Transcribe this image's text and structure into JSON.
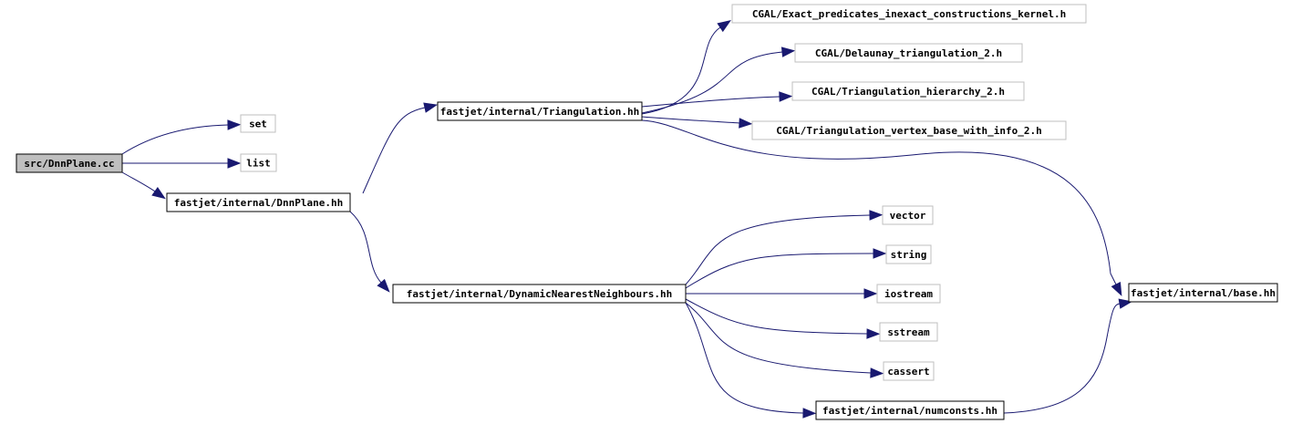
{
  "colors": {
    "edge": "#191970",
    "root_fill": "#bfbfbf",
    "node_fill": "#ffffff",
    "linked_border": "#000000",
    "external_border": "#bfbfbf"
  },
  "nodes": [
    {
      "id": "dnnplane_cc",
      "label": "src/DnnPlane.cc",
      "kind": "root"
    },
    {
      "id": "set",
      "label": "set",
      "kind": "external"
    },
    {
      "id": "list",
      "label": "list",
      "kind": "external"
    },
    {
      "id": "dnnplane_hh",
      "label": "fastjet/internal/DnnPlane.hh",
      "kind": "linked"
    },
    {
      "id": "triangulation_hh",
      "label": "fastjet/internal/Triangulation.hh",
      "kind": "linked"
    },
    {
      "id": "cgal_exact",
      "label": "CGAL/Exact_predicates_inexact_constructions_kernel.h",
      "kind": "external"
    },
    {
      "id": "cgal_delaunay",
      "label": "CGAL/Delaunay_triangulation_2.h",
      "kind": "external"
    },
    {
      "id": "cgal_hierarchy",
      "label": "CGAL/Triangulation_hierarchy_2.h",
      "kind": "external"
    },
    {
      "id": "cgal_vertex",
      "label": "CGAL/Triangulation_vertex_base_with_info_2.h",
      "kind": "external"
    },
    {
      "id": "base_hh",
      "label": "fastjet/internal/base.hh",
      "kind": "linked"
    },
    {
      "id": "dnn_hh",
      "label": "fastjet/internal/DynamicNearestNeighbours.hh",
      "kind": "linked"
    },
    {
      "id": "vector",
      "label": "vector",
      "kind": "external"
    },
    {
      "id": "string",
      "label": "string",
      "kind": "external"
    },
    {
      "id": "iostream",
      "label": "iostream",
      "kind": "external"
    },
    {
      "id": "sstream",
      "label": "sstream",
      "kind": "external"
    },
    {
      "id": "cassert",
      "label": "cassert",
      "kind": "external"
    },
    {
      "id": "numconsts_hh",
      "label": "fastjet/internal/numconsts.hh",
      "kind": "linked"
    }
  ],
  "edges": [
    {
      "from": "dnnplane_cc",
      "to": "set"
    },
    {
      "from": "dnnplane_cc",
      "to": "list"
    },
    {
      "from": "dnnplane_cc",
      "to": "dnnplane_hh"
    },
    {
      "from": "dnnplane_hh",
      "to": "triangulation_hh"
    },
    {
      "from": "dnnplane_hh",
      "to": "dnn_hh"
    },
    {
      "from": "triangulation_hh",
      "to": "cgal_exact"
    },
    {
      "from": "triangulation_hh",
      "to": "cgal_delaunay"
    },
    {
      "from": "triangulation_hh",
      "to": "cgal_hierarchy"
    },
    {
      "from": "triangulation_hh",
      "to": "cgal_vertex"
    },
    {
      "from": "triangulation_hh",
      "to": "base_hh"
    },
    {
      "from": "dnn_hh",
      "to": "vector"
    },
    {
      "from": "dnn_hh",
      "to": "string"
    },
    {
      "from": "dnn_hh",
      "to": "iostream"
    },
    {
      "from": "dnn_hh",
      "to": "sstream"
    },
    {
      "from": "dnn_hh",
      "to": "cassert"
    },
    {
      "from": "dnn_hh",
      "to": "numconsts_hh"
    },
    {
      "from": "numconsts_hh",
      "to": "base_hh"
    }
  ]
}
